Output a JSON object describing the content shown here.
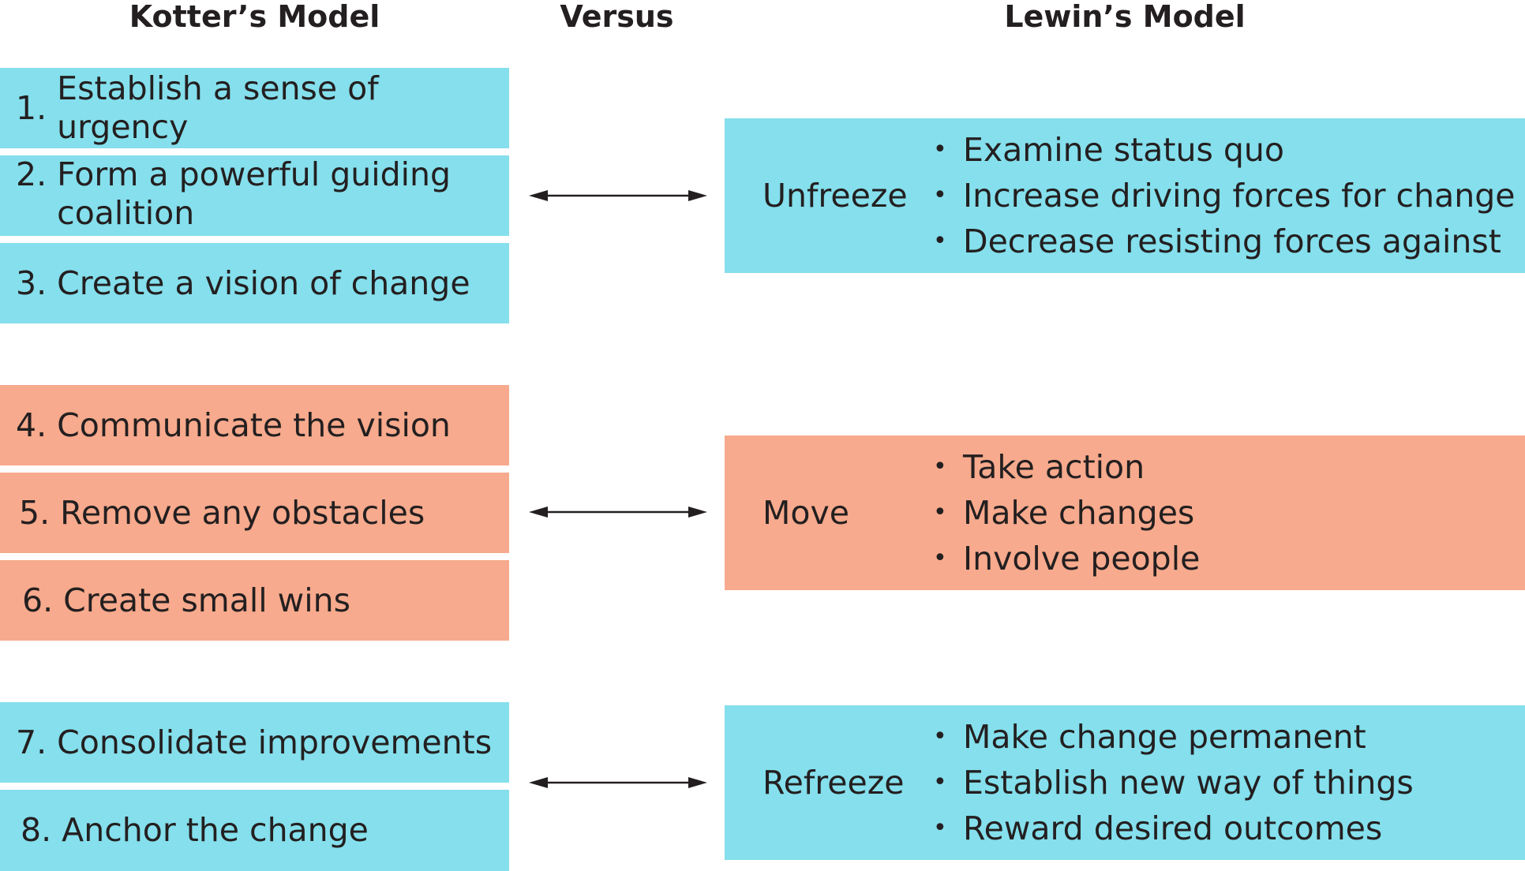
{
  "headers": {
    "kotter": "Kotter’s Model",
    "versus": "Versus",
    "lewin": "Lewin’s Model"
  },
  "kotter_steps": [
    {
      "num": "1.",
      "text": "Establish a sense of urgency"
    },
    {
      "num": "2.",
      "text": "Form a powerful guiding coalition"
    },
    {
      "num": "3.",
      "text": "Create a vision of change"
    },
    {
      "num": "4.",
      "text": "Communicate the vision"
    },
    {
      "num": "5.",
      "text": "Remove any obstacles"
    },
    {
      "num": "6.",
      "text": "Create small wins"
    },
    {
      "num": "7.",
      "text": "Consolidate improvements"
    },
    {
      "num": "8.",
      "text": "Anchor the change"
    }
  ],
  "lewin_stages": [
    {
      "stage": "Unfreeze",
      "bullets": [
        "Examine status quo",
        "Increase driving forces for change",
        "Decrease resisting forces against"
      ]
    },
    {
      "stage": "Move",
      "bullets": [
        "Take action",
        "Make changes",
        "Involve people"
      ]
    },
    {
      "stage": "Refreeze",
      "bullets": [
        "Make change permanent",
        "Establish new way of things",
        "Reward desired outcomes"
      ]
    }
  ],
  "colors": {
    "blue": "#85dfec",
    "salmon": "#f7aa8d",
    "text": "#231f20"
  }
}
